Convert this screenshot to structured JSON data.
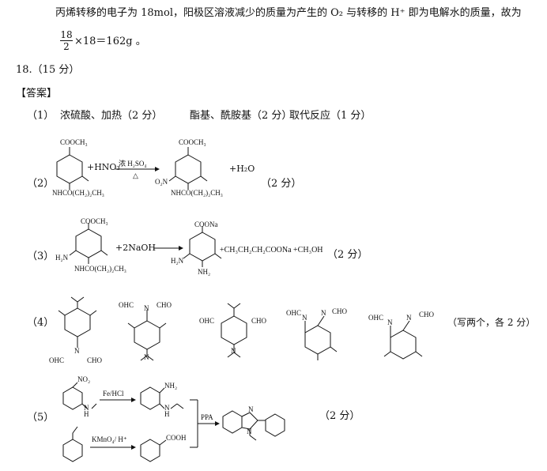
{
  "intro": {
    "line1": "丙烯转移的电子为 18mol，阳极区溶液减少的质量为产生的 O₂ 与转移的 H⁺ 即为电解水的质量，故为",
    "frac_num": "18",
    "frac_den": "2",
    "line2_rest": "×18＝162g 。"
  },
  "q_number": "18.（15 分）",
  "answer_heading": "【答案】",
  "part1": {
    "label": "（1）",
    "text_a": "浓硫酸、加热（2 分）",
    "text_b": "酯基、酰胺基（2 分）",
    "text_c": "取代反应（1 分）"
  },
  "part2": {
    "label": "（2）",
    "reactant_top": "COOCH₃",
    "reactant_sub": "NHCO(CH₂)₂CH₃",
    "reagent": "+HNO₃",
    "cond_top": "浓 H₂SO₄",
    "cond_bottom": "△",
    "product_top": "COOCH₃",
    "product_no2": "O₂N",
    "product_sub": "NHCO(CH₂)₂CH₃",
    "by_product": "+H₂O",
    "score": "（2 分）"
  },
  "part3": {
    "label": "（3）",
    "reactant_top": "COOCH₃",
    "reactant_h2n": "H₂N",
    "reactant_sub": "NHCO(CH₂)₂CH₃",
    "reagent": "+2NaOH",
    "product_top": "COONa",
    "product_h2n": "H₂N",
    "product_nh2": "NH₂",
    "by_product": "+CH₃CH₂CH₂COONa +CH₃OH",
    "score": "（2 分）"
  },
  "part4": {
    "label": "（4）",
    "s1_bottom_left": "OHC",
    "s1_bottom_n": "N",
    "s1_bottom_right": "CHO",
    "s2_top_left": "OHC",
    "s2_top_n": "N",
    "s2_top_right": "CHO",
    "s2_bottom_n": "N",
    "s3_left": "OHC",
    "s3_right": "CHO",
    "s3_n": "N",
    "s4_left": "OHC",
    "s4_right": "CHO",
    "s4_n1": "N",
    "s4_n2": "N",
    "s5_left": "OHC",
    "s5_right": "CHO",
    "s5_n1": "N",
    "s5_n2": "N",
    "note": "（写两个，各 2 分）"
  },
  "part5": {
    "label": "（5）",
    "no2": "NO₂",
    "nh1": "N",
    "h1": "H",
    "reagent1": "Fe/HCl",
    "nh2": "NH₂",
    "nh2b": "N",
    "h2": "H",
    "reagent2": "KMnO₄/ H⁺",
    "cooh": "COOH",
    "ppa": "PPA",
    "prod_n1": "N",
    "prod_n2": "N",
    "score": "（2 分）"
  }
}
